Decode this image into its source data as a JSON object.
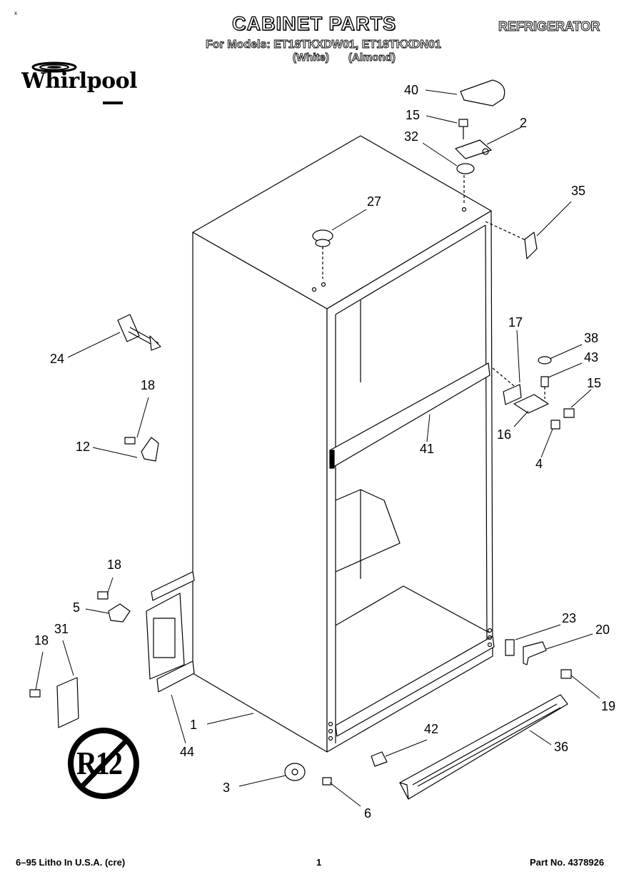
{
  "header": {
    "corner_mark": "x",
    "title": "CABINET PARTS",
    "appliance": "REFRIGERATOR",
    "models_line": "For Models: ET18TKXDW01, ET18TKXDN01",
    "color_1": "(White)",
    "color_2": "(Almond)"
  },
  "logo": {
    "text": "Whirlpool"
  },
  "badge": {
    "text": "R12"
  },
  "callouts": [
    "40",
    "15",
    "2",
    "32",
    "35",
    "27",
    "24",
    "18",
    "12",
    "17",
    "38",
    "43",
    "15",
    "16",
    "4",
    "41",
    "18",
    "5",
    "18",
    "31",
    "23",
    "20",
    "19",
    "1",
    "44",
    "42",
    "36",
    "3",
    "6"
  ],
  "footer": {
    "left": "6–95 Litho In U.S.A. (cre)",
    "center": "1",
    "right": "Part No. 4378926"
  }
}
